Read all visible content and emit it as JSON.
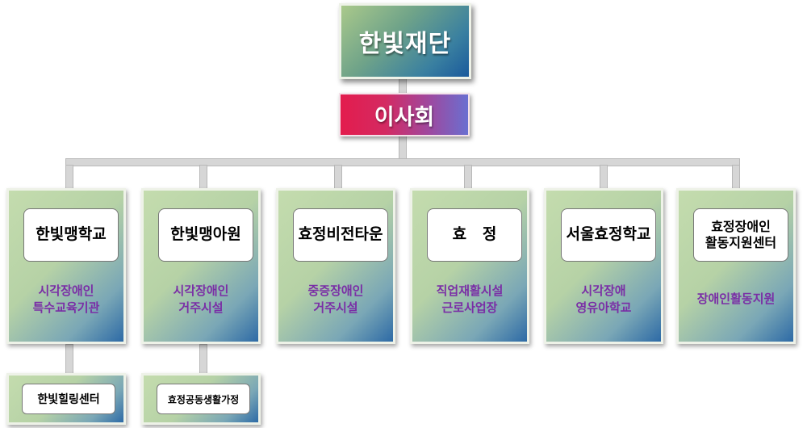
{
  "top": {
    "label": "한빛재단"
  },
  "board": {
    "label": "이사회"
  },
  "units": [
    {
      "title": "한빛맹학교",
      "desc1": "시각장애인",
      "desc2": "특수교육기관"
    },
    {
      "title": "한빛맹아원",
      "desc1": "시각장애인",
      "desc2": "거주시설"
    },
    {
      "title": "효정비전타운",
      "desc1": "중증장애인",
      "desc2": "거주시설"
    },
    {
      "title": "효   정",
      "desc1": "직업재활시설",
      "desc2": "근로사업장"
    },
    {
      "title": "서울효정학교",
      "desc1": "시각장애",
      "desc2": "영유아학교"
    },
    {
      "title1": "효정장애인",
      "title2": "활동지원센터",
      "desc1": "장애인활동지원"
    }
  ],
  "sub_units": [
    {
      "title": "한빛힐링센터"
    },
    {
      "title": "효정공동생활가정"
    }
  ]
}
